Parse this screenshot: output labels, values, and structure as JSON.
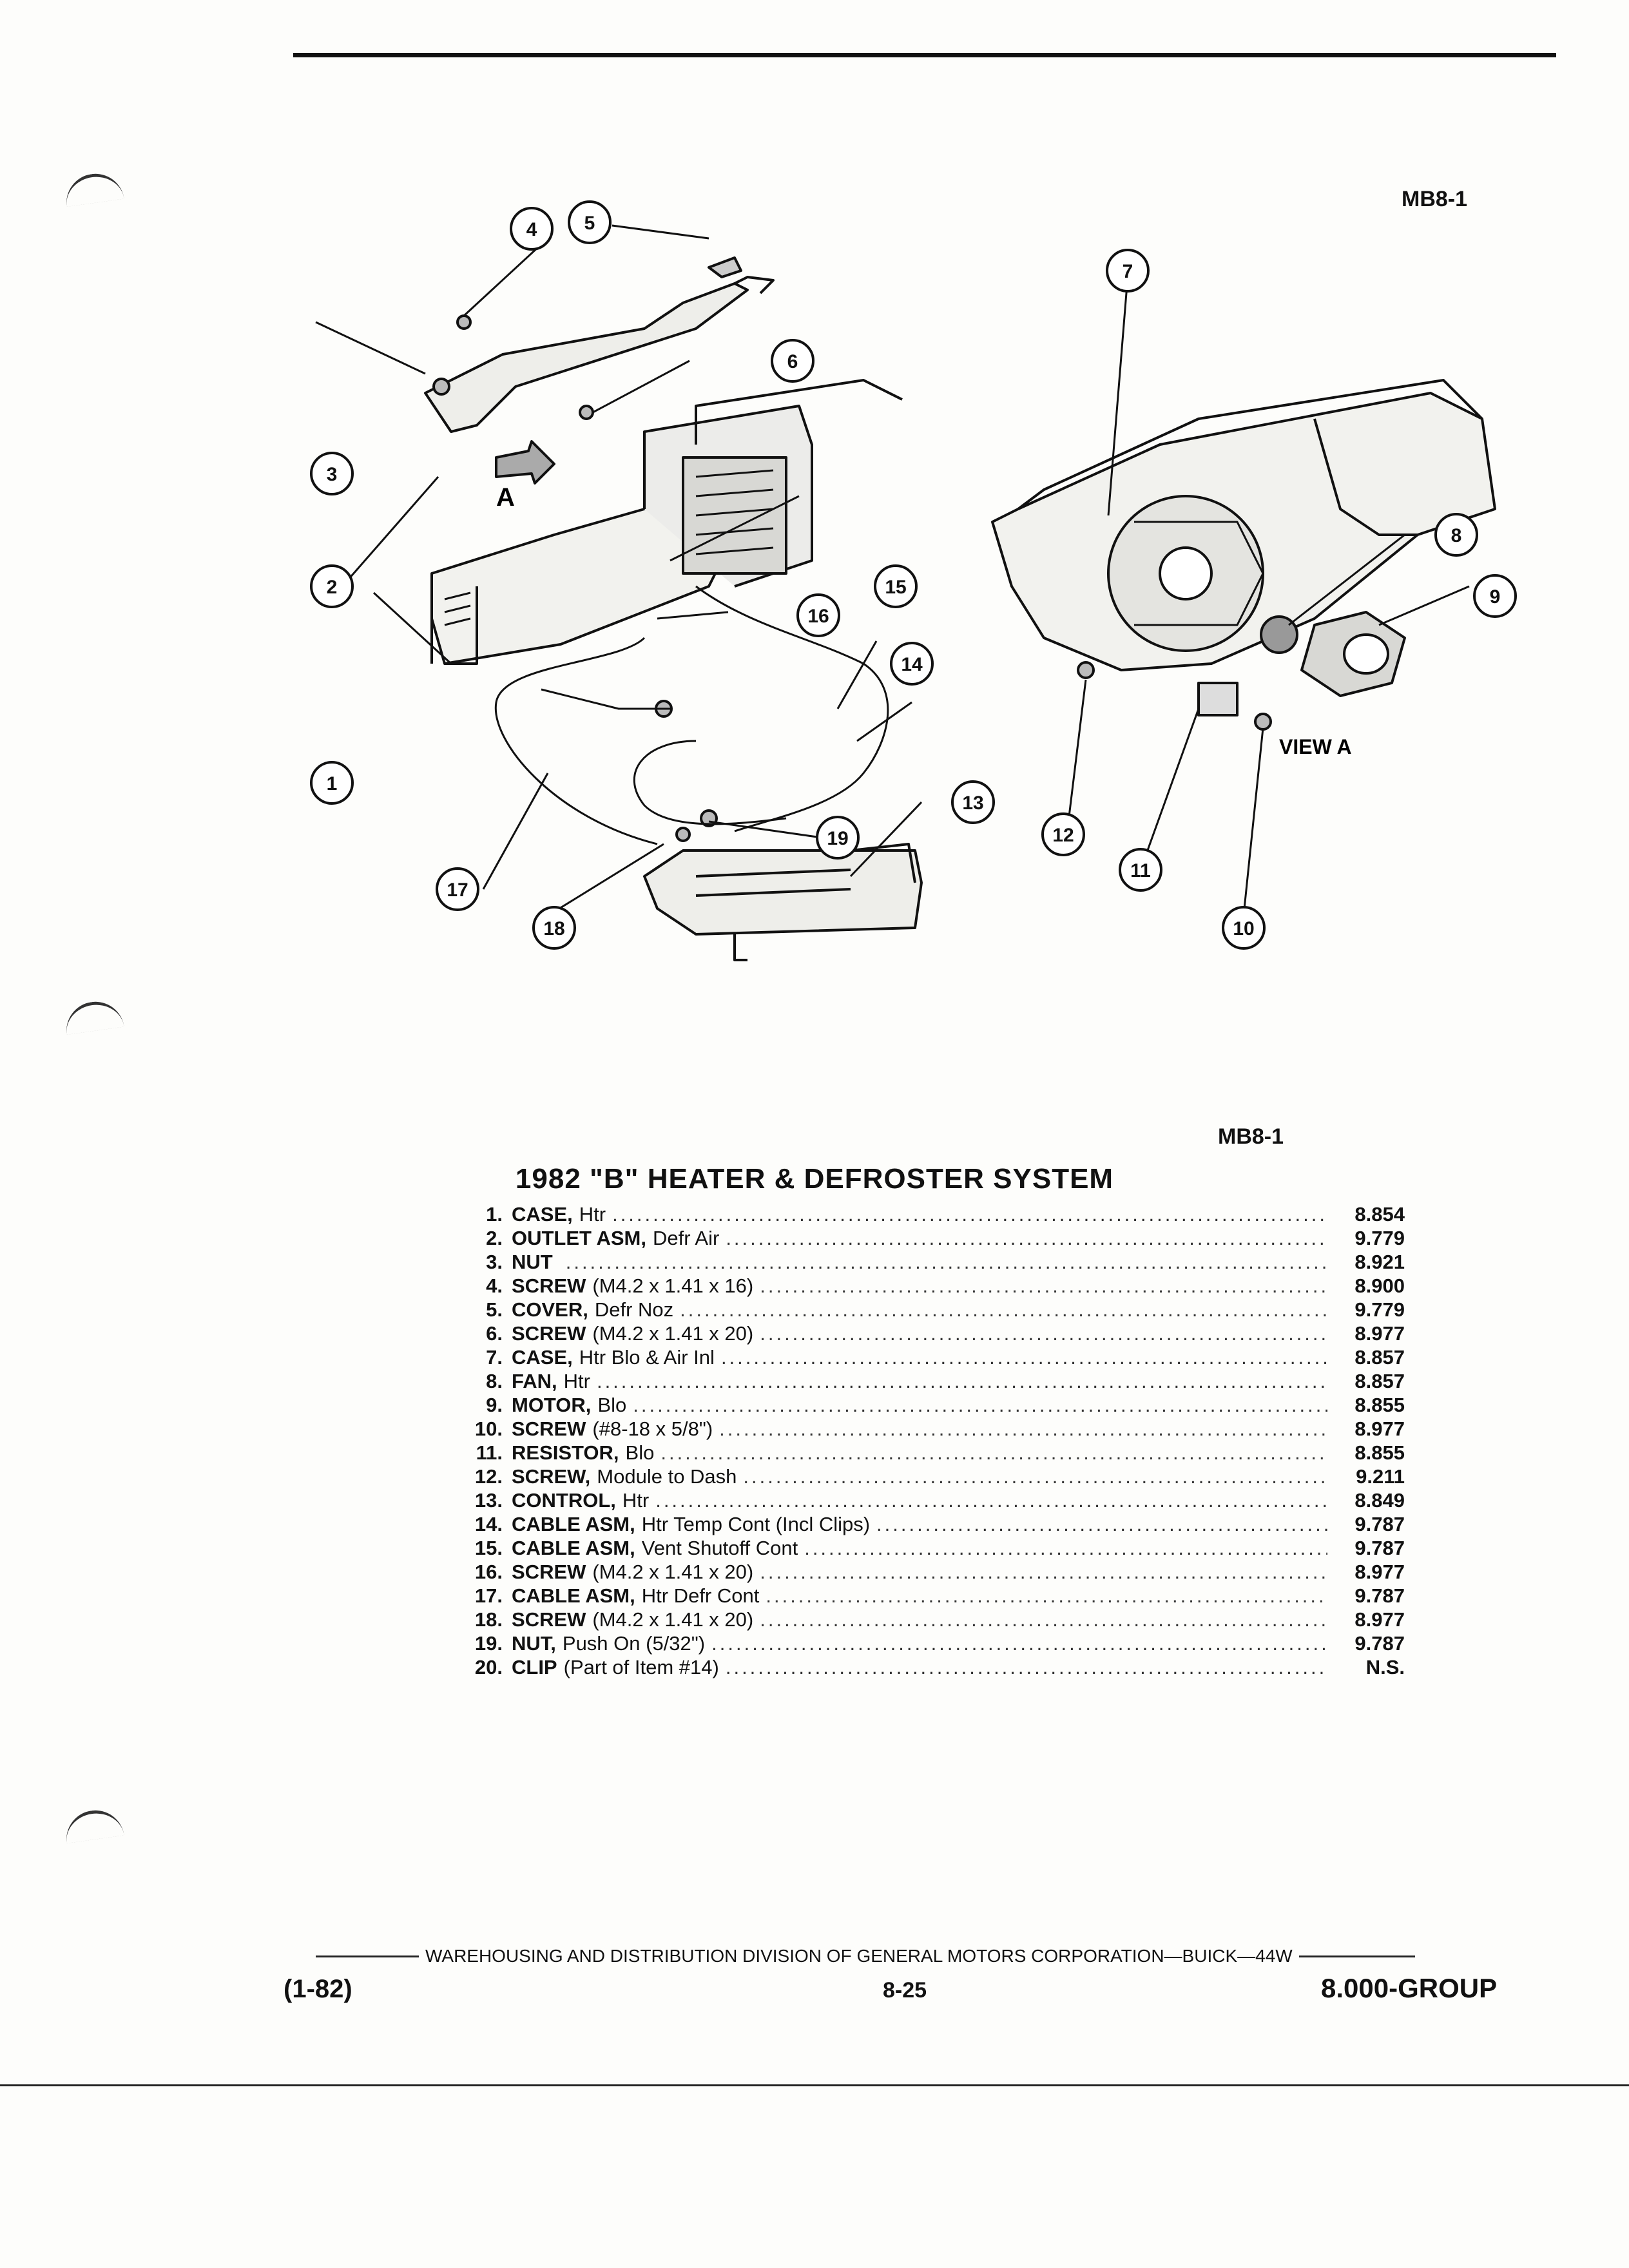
{
  "header": {
    "code_top": "MB8-1",
    "code_mid": "MB8-1"
  },
  "diagram": {
    "view_label_letter": "A",
    "view_label": "VIEW A",
    "callouts": [
      "1",
      "2",
      "3",
      "4",
      "5",
      "6",
      "7",
      "8",
      "9",
      "10",
      "11",
      "12",
      "13",
      "14",
      "15",
      "16",
      "17",
      "18",
      "19"
    ]
  },
  "title": "1982 \"B\" HEATER & DEFROSTER SYSTEM",
  "parts": [
    {
      "num": "1.",
      "name": "CASE,",
      "desc": "Htr",
      "code": "8.854"
    },
    {
      "num": "2.",
      "name": "OUTLET ASM,",
      "desc": "Defr Air",
      "code": "9.779"
    },
    {
      "num": "3.",
      "name": "NUT",
      "desc": "",
      "code": "8.921"
    },
    {
      "num": "4.",
      "name": "SCREW",
      "desc": "(M4.2 x 1.41 x 16)",
      "code": "8.900"
    },
    {
      "num": "5.",
      "name": "COVER,",
      "desc": "Defr Noz",
      "code": "9.779"
    },
    {
      "num": "6.",
      "name": "SCREW",
      "desc": "(M4.2 x 1.41 x 20)",
      "code": "8.977"
    },
    {
      "num": "7.",
      "name": "CASE,",
      "desc": "Htr Blo & Air Inl",
      "code": "8.857"
    },
    {
      "num": "8.",
      "name": "FAN,",
      "desc": "Htr",
      "code": "8.857"
    },
    {
      "num": "9.",
      "name": "MOTOR,",
      "desc": "Blo",
      "code": "8.855"
    },
    {
      "num": "10.",
      "name": "SCREW",
      "desc": "(#8-18 x 5/8\")",
      "code": "8.977"
    },
    {
      "num": "11.",
      "name": "RESISTOR,",
      "desc": "Blo",
      "code": "8.855"
    },
    {
      "num": "12.",
      "name": "SCREW,",
      "desc": "Module to Dash",
      "code": "9.211"
    },
    {
      "num": "13.",
      "name": "CONTROL,",
      "desc": "Htr",
      "code": "8.849"
    },
    {
      "num": "14.",
      "name": "CABLE ASM,",
      "desc": "Htr Temp Cont (Incl Clips)",
      "code": "9.787"
    },
    {
      "num": "15.",
      "name": "CABLE ASM,",
      "desc": "Vent Shutoff Cont",
      "code": "9.787"
    },
    {
      "num": "16.",
      "name": "SCREW",
      "desc": "(M4.2 x 1.41 x 20)",
      "code": "8.977"
    },
    {
      "num": "17.",
      "name": "CABLE ASM,",
      "desc": "Htr Defr Cont",
      "code": "9.787"
    },
    {
      "num": "18.",
      "name": "SCREW",
      "desc": "(M4.2 x 1.41 x 20)",
      "code": "8.977"
    },
    {
      "num": "19.",
      "name": "NUT,",
      "desc": "Push On (5/32\")",
      "code": "9.787"
    },
    {
      "num": "20.",
      "name": "CLIP",
      "desc": "(Part of Item #14)",
      "code": "N.S."
    }
  ],
  "footer": {
    "line": "WAREHOUSING AND DISTRIBUTION  DIVISION OF GENERAL MOTORS CORPORATION—BUICK—44W",
    "date": "(1-82)",
    "page": "8-25",
    "group": "8.000-GROUP"
  }
}
